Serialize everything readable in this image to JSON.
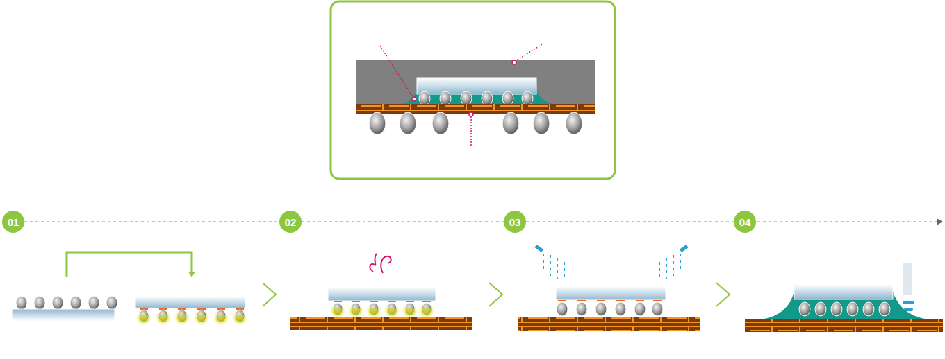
{
  "diagram": {
    "nodes": [
      {
        "text": [
          "01"
        ]
      },
      {
        "text": [
          "02"
        ]
      },
      {
        "text": [
          "03"
        ]
      },
      {
        "text": [
          "04"
        ]
      }
    ],
    "edges": [
      {
        "from": 0,
        "to": 1,
        "arrow": "none"
      },
      {
        "from": 1,
        "to": 2,
        "arrow": "none"
      },
      {
        "from": 2,
        "to": 3,
        "arrow": "none"
      }
    ]
  }
}
